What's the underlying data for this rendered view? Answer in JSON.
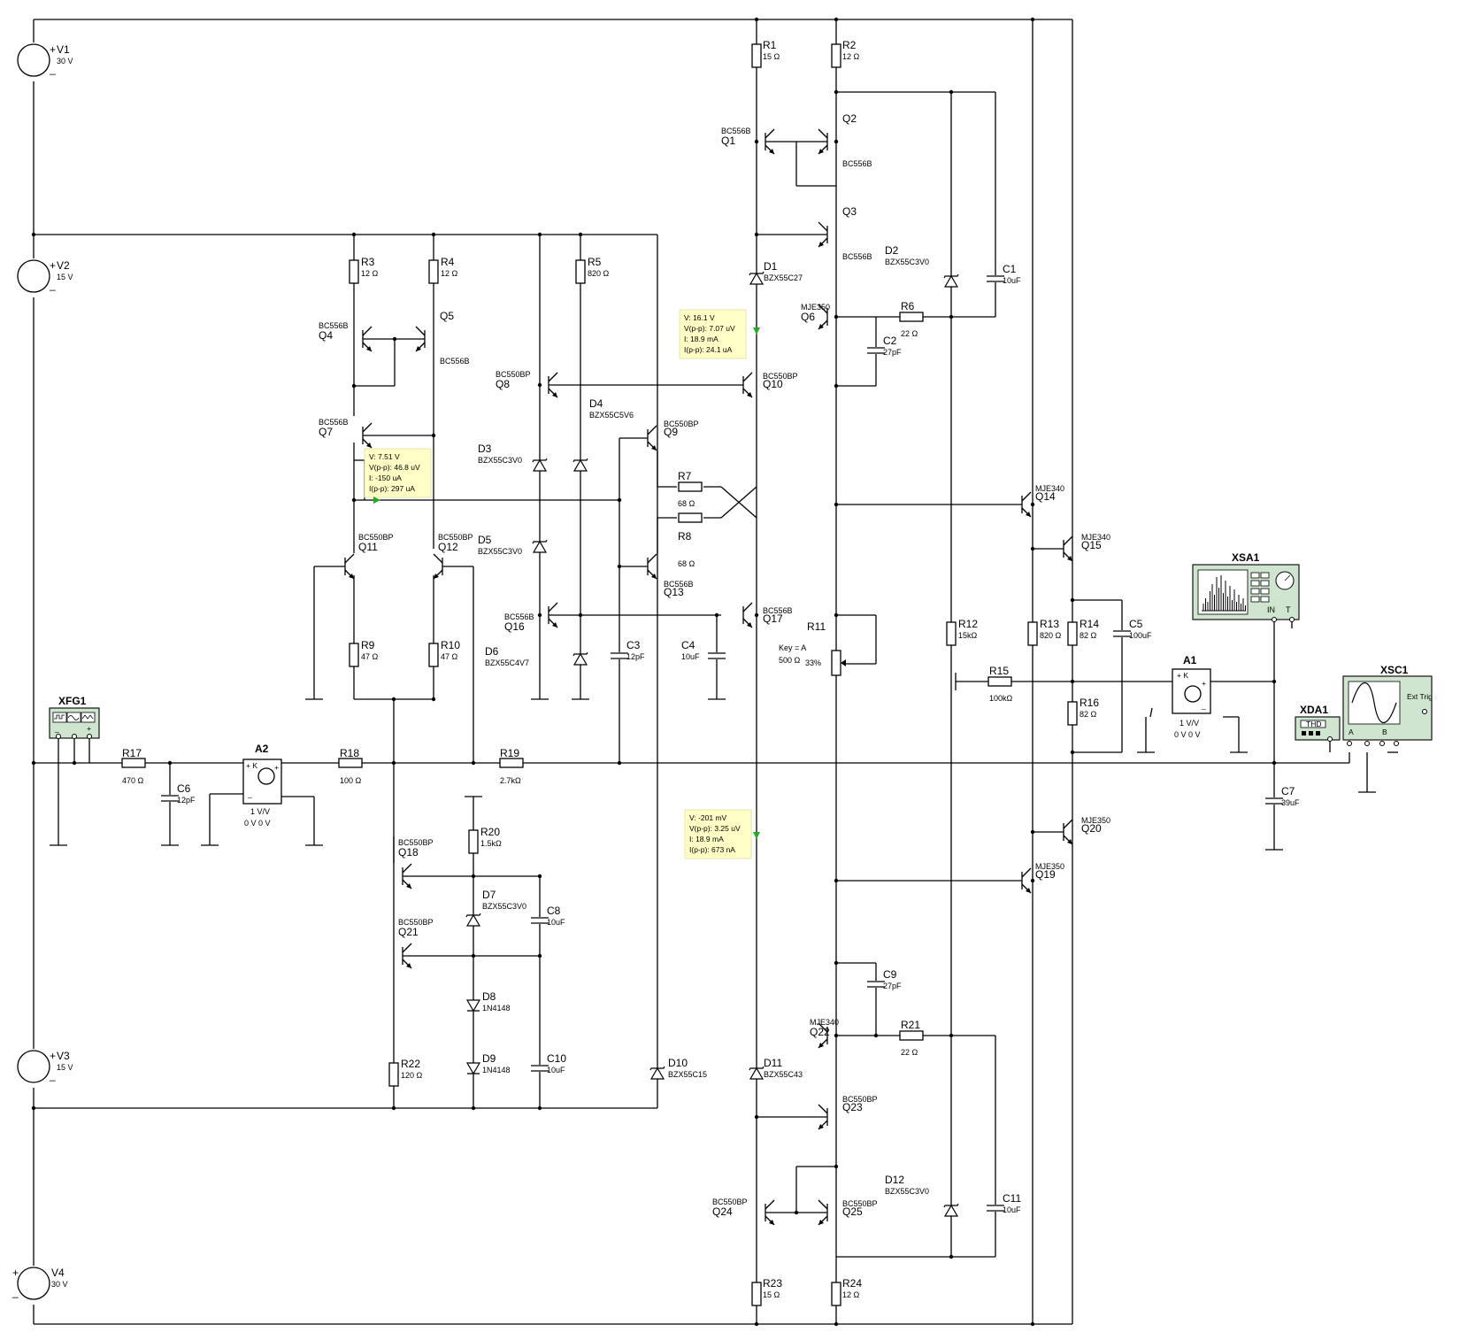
{
  "labels": {
    "V1": "V1",
    "V1_val": "30 V",
    "V2": "V2",
    "V2_val": "15 V",
    "V3": "V3",
    "V3_val": "15 V",
    "V4": "V4",
    "V4_val": "30 V",
    "plus": "+",
    "minus": "_",
    "R1": "R1",
    "R1_val": "15 Ω",
    "R2": "R2",
    "R2_val": "12 Ω",
    "R3": "R3",
    "R3_val": "12 Ω",
    "R4": "R4",
    "R4_val": "12 Ω",
    "R5": "R5",
    "R5_val": "820 Ω",
    "R6": "R6",
    "R6_val": "22 Ω",
    "R7": "R7",
    "R7_val": "68 Ω",
    "R8": "R8",
    "R8_val": "68 Ω",
    "R9": "R9",
    "R9_val": "47 Ω",
    "R10": "R10",
    "R10_val": "47 Ω",
    "R11": "R11",
    "R11_key": "Key = A",
    "R11_val": "500 Ω",
    "R11_pct": "33%",
    "R12": "R12",
    "R12_val": "15kΩ",
    "R13": "R13",
    "R13_val": "820 Ω",
    "R14": "R14",
    "R14_val": "82 Ω",
    "R15": "R15",
    "R15_val": "100kΩ",
    "R16": "R16",
    "R16_val": "82 Ω",
    "R17": "R17",
    "R17_val": "470 Ω",
    "R18": "R18",
    "R18_val": "100 Ω",
    "R19": "R19",
    "R19_val": "2.7kΩ",
    "R20": "R20",
    "R20_val": "1.5kΩ",
    "R21": "R21",
    "R21_val": "22 Ω",
    "R22": "R22",
    "R22_val": "120 Ω",
    "R23": "R23",
    "R23_val": "15 Ω",
    "R24": "R24",
    "R24_val": "12 Ω",
    "C1": "C1",
    "C1_val": "10uF",
    "C2": "C2",
    "C2_val": "27pF",
    "C3": "C3",
    "C3_val": "12pF",
    "C4": "C4",
    "C4_val": "10uF",
    "C5": "C5",
    "C5_val": "100uF",
    "C6": "C6",
    "C6_val": "12pF",
    "C7": "C7",
    "C7_val": "39uF",
    "C8": "C8",
    "C8_val": "10uF",
    "C9": "C9",
    "C9_val": "27pF",
    "C10": "C10",
    "C10_val": "10uF",
    "C11": "C11",
    "C11_val": "10uF",
    "D1": "D1",
    "D1_val": "BZX55C27",
    "D2": "D2",
    "D2_val": "BZX55C3V0",
    "D3": "D3",
    "D3_val": "BZX55C3V0",
    "D4": "D4",
    "D4_val": "BZX55C5V6",
    "D5": "D5",
    "D5_val": "BZX55C3V0",
    "D6": "D6",
    "D6_val": "BZX55C4V7",
    "D7": "D7",
    "D7_val": "BZX55C3V0",
    "D8": "D8",
    "D8_val": "1N4148",
    "D9": "D9",
    "D9_val": "1N4148",
    "D10": "D10",
    "D10_val": "BZX55C15",
    "D11": "D11",
    "D11_val": "BZX55C43",
    "D12": "D12",
    "D12_val": "BZX55C3V0",
    "Q1": "Q1",
    "Q1_val": "BC556B",
    "Q2": "Q2",
    "Q2_val": "BC556B",
    "Q3": "Q3",
    "Q3_val": "BC556B",
    "Q4": "Q4",
    "Q4_val": "BC556B",
    "Q5": "Q5",
    "Q5_val": "BC556B",
    "Q6": "Q6",
    "Q6_val": "MJE350",
    "Q7": "Q7",
    "Q7_val": "BC556B",
    "Q8": "Q8",
    "Q8_val": "BC550BP",
    "Q9": "Q9",
    "Q9_val": "BC550BP",
    "Q10": "Q10",
    "Q10_val": "BC550BP",
    "Q11": "Q11",
    "Q11_val": "BC550BP",
    "Q12": "Q12",
    "Q12_val": "BC550BP",
    "Q13": "Q13",
    "Q13_val": "BC556B",
    "Q14": "Q14",
    "Q14_val": "MJE340",
    "Q15": "Q15",
    "Q15_val": "MJE340",
    "Q16": "Q16",
    "Q16_val": "BC556B",
    "Q17": "Q17",
    "Q17_val": "BC556B",
    "Q18": "Q18",
    "Q18_val": "BC550BP",
    "Q19": "Q19",
    "Q19_val": "MJE350",
    "Q20": "Q20",
    "Q20_val": "MJE350",
    "Q21": "Q21",
    "Q21_val": "BC550BP",
    "Q22": "Q22",
    "Q22_val": "MJE340",
    "Q23": "Q23",
    "Q23_val": "BC550BP",
    "Q24": "Q24",
    "Q24_val": "BC550BP",
    "Q25": "Q25",
    "Q25_val": "BC550BP",
    "A1": "A1",
    "A1_gain": "1 V/V",
    "A1_off": "0 V 0 V",
    "A2": "A2",
    "A2_gain": "1 V/V",
    "A2_off": "0 V 0 V",
    "XFG1": "XFG1",
    "XSA1": "XSA1",
    "XSC1": "XSC1",
    "XDA1": "XDA1",
    "THD": "THD",
    "IN": "IN",
    "T": "T",
    "A": "A",
    "B": "B",
    "ExtTrig": "Ext Trig",
    "plusK": "+  K"
  },
  "probes": [
    {
      "lines": [
        "V: 16.1 V",
        "V(p-p): 7.07 uV",
        "I: 18.9 mA",
        "I(p-p): 24.1 uA"
      ]
    },
    {
      "lines": [
        "V: 7.51 V",
        "V(p-p): 46.8 uV",
        "I: -150 uA",
        "I(p-p): 297 uA"
      ]
    },
    {
      "lines": [
        "V: -201 mV",
        "V(p-p): 3.25 uV",
        "I: 18.9 mA",
        "I(p-p): 673 nA"
      ]
    }
  ]
}
